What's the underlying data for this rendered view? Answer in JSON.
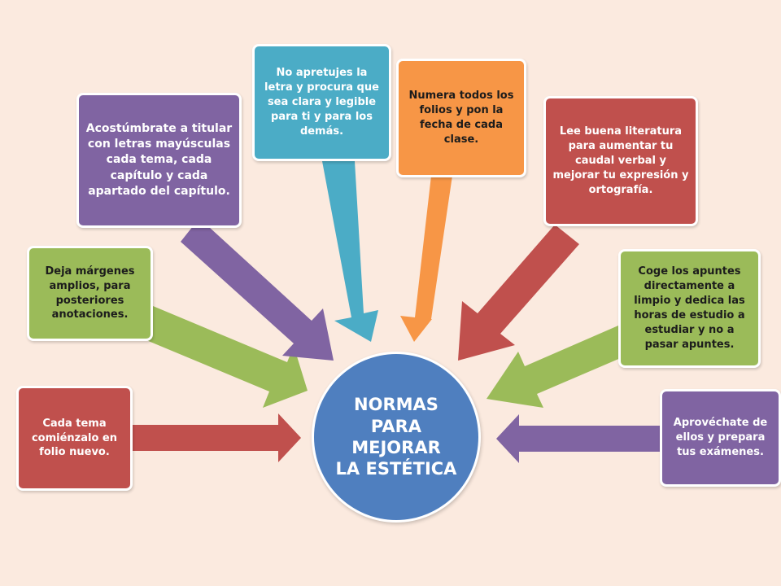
{
  "center": {
    "text": "NORMAS\nPARA\nMEJORAR\nLA ESTÉTICA"
  },
  "colors": {
    "background": "#fbeadf",
    "red": "#c0504d",
    "green": "#9bbb59",
    "purple": "#8064a2",
    "teal": "#4bacc6",
    "orange": "#f79646",
    "blue": "#4f7fbf"
  },
  "boxes": [
    {
      "id": "cada-tema",
      "text": "Cada tema comiénzalo en folio nuevo.",
      "color": "red"
    },
    {
      "id": "margenes",
      "text": "Deja márgenes amplios, para posteriores anotaciones.",
      "color": "green"
    },
    {
      "id": "mayusculas",
      "text": "Acostúmbrate a titular con letras mayúsculas cada tema, cada capítulo y cada apartado del capítulo.",
      "color": "purple"
    },
    {
      "id": "letra",
      "text": "No apretujes la letra y procura que sea clara y legible para ti y para los demás.",
      "color": "teal"
    },
    {
      "id": "numera",
      "text": "Numera todos los folios y pon la fecha de cada clase.",
      "color": "orange"
    },
    {
      "id": "literatura",
      "text": "Lee buena literatura para aumentar tu caudal verbal y mejorar tu expresión y ortografía.",
      "color": "red"
    },
    {
      "id": "apuntes",
      "text": "Coge los apuntes directamente a limpio y dedica las horas de estudio a estudiar y no a pasar apuntes.",
      "color": "green"
    },
    {
      "id": "aprovechate",
      "text": "Aprovéchate de ellos y prepara tus exámenes.",
      "color": "purple"
    }
  ]
}
